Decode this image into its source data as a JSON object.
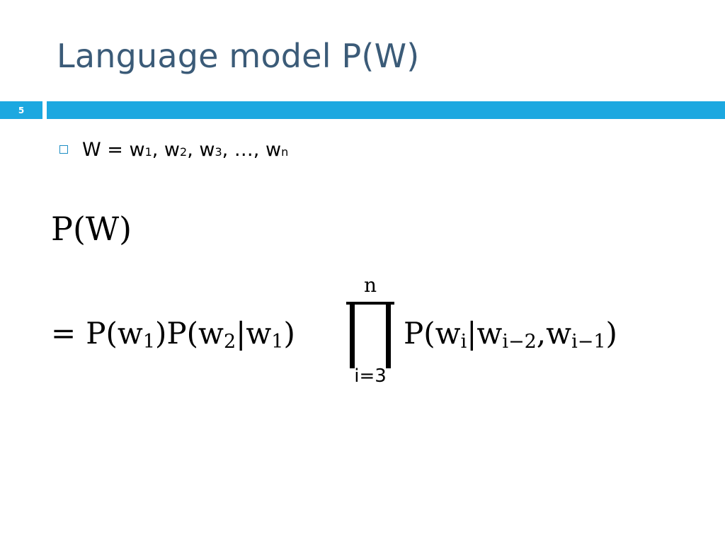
{
  "slide": {
    "title": "Language model P(W)",
    "number": "5",
    "accent_color": "#1ca8e0",
    "title_color": "#3b5b78"
  },
  "bullet": {
    "lhs": "W = w",
    "s1": "1",
    "sep1": ", w",
    "s2": "2",
    "sep2": ", w",
    "s3": "3",
    "sep3": ", …, w",
    "sn": "n"
  },
  "formula": {
    "line1": "P(W)",
    "eq": "=",
    "p1": "P(w",
    "p1_sub": "1",
    "p1_close": ")P(w",
    "p2_sub": "2",
    "p2_bar": "|w",
    "p2_bar_sub": "1",
    "p2_close": ")",
    "prod_upper": "n",
    "prod_lower": "i=3",
    "p3": "P(w",
    "p3_sub": "i",
    "p3_bar": "|w",
    "p3_bar_sub": "i−2",
    "p3_comma": ",w",
    "p3_comma_sub": "i−1",
    "p3_close": ")"
  }
}
